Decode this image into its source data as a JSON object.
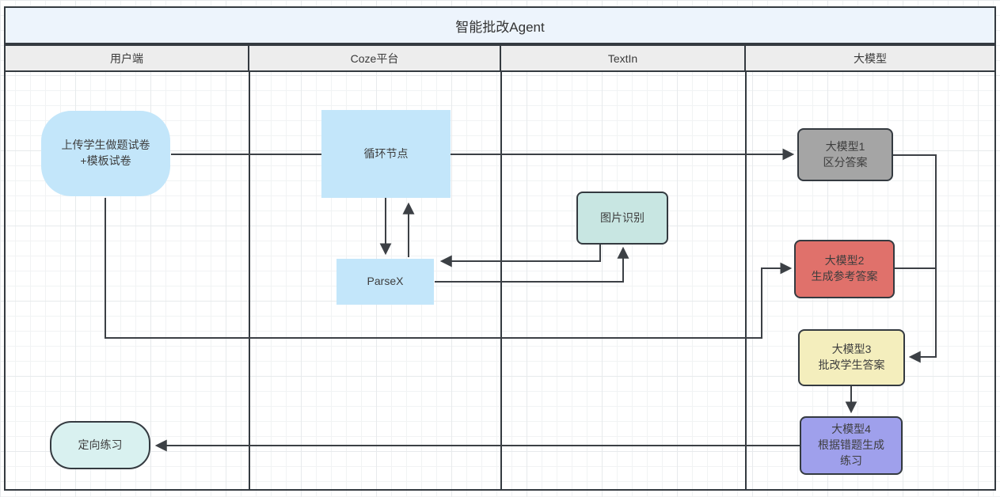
{
  "title": "智能批改Agent",
  "lanes": [
    {
      "label": "用户端"
    },
    {
      "label": "Coze平台"
    },
    {
      "label": "TextIn"
    },
    {
      "label": "大模型"
    }
  ],
  "nodes": {
    "upload": {
      "line1": "上传学生做题试卷",
      "line2": "+模板试卷"
    },
    "loop": {
      "label": "循环节点"
    },
    "parsex": {
      "label": "ParseX"
    },
    "ocr": {
      "label": "图片识别"
    },
    "llm1": {
      "line1": "大模型1",
      "line2": "区分答案"
    },
    "llm2": {
      "line1": "大模型2",
      "line2": "生成参考答案"
    },
    "llm3": {
      "line1": "大模型3",
      "line2": "批改学生答案"
    },
    "llm4": {
      "line1": "大模型4",
      "line2": "根据错题生成",
      "line3": "练习"
    },
    "practice": {
      "label": "定向练习"
    }
  },
  "colors": {
    "blue_node": "#c3e6fa",
    "teal_node": "#c8e6e2",
    "gray_node": "#a5a5a5",
    "red_node": "#e0716b",
    "yellow_node": "#f4eebd",
    "purple_node": "#9fa0ec",
    "cyan_node": "#d9f1f0",
    "title_bg": "#edf4fc",
    "header_bg": "#ededed",
    "frame_border": "#343a40",
    "connector": "#3c4045"
  }
}
